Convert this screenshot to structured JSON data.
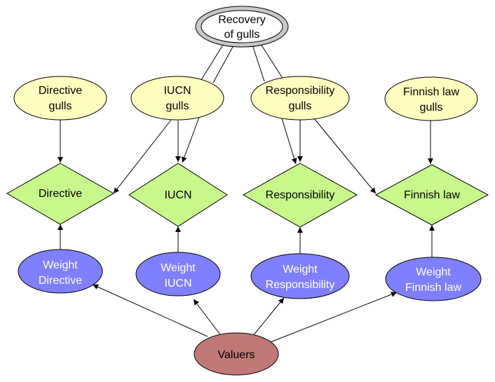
{
  "colors": {
    "utility": "#ffffc0",
    "decision": "#c8f88c",
    "weight": "#8080ff",
    "valuers": "#c07878",
    "goal_fill": "#ffffff",
    "goal_ring": "#c8c8c8",
    "edge": "#000000"
  },
  "nodes": {
    "goal": {
      "lines": [
        "Recovery",
        "of gulls"
      ]
    },
    "util_directive": {
      "lines": [
        "Directive",
        "gulls"
      ]
    },
    "util_iucn": {
      "lines": [
        "IUCN",
        "gulls"
      ]
    },
    "util_responsibility": {
      "lines": [
        "Responsibility",
        "gulls"
      ]
    },
    "util_finnish": {
      "lines": [
        "Finnish law",
        "gulls"
      ]
    },
    "dec_directive": {
      "lines": [
        "Directive"
      ]
    },
    "dec_iucn": {
      "lines": [
        "IUCN"
      ]
    },
    "dec_responsibility": {
      "lines": [
        "Responsibility"
      ]
    },
    "dec_finnish": {
      "lines": [
        "Finnish law"
      ]
    },
    "weight_directive": {
      "lines": [
        "Weight",
        "Directive"
      ]
    },
    "weight_iucn": {
      "lines": [
        "Weight",
        "IUCN"
      ]
    },
    "weight_responsibility": {
      "lines": [
        "Weight",
        "Responsibility"
      ]
    },
    "weight_finnish": {
      "lines": [
        "Weight",
        "Finnish law"
      ]
    },
    "valuers": {
      "lines": [
        "Valuers"
      ]
    }
  }
}
